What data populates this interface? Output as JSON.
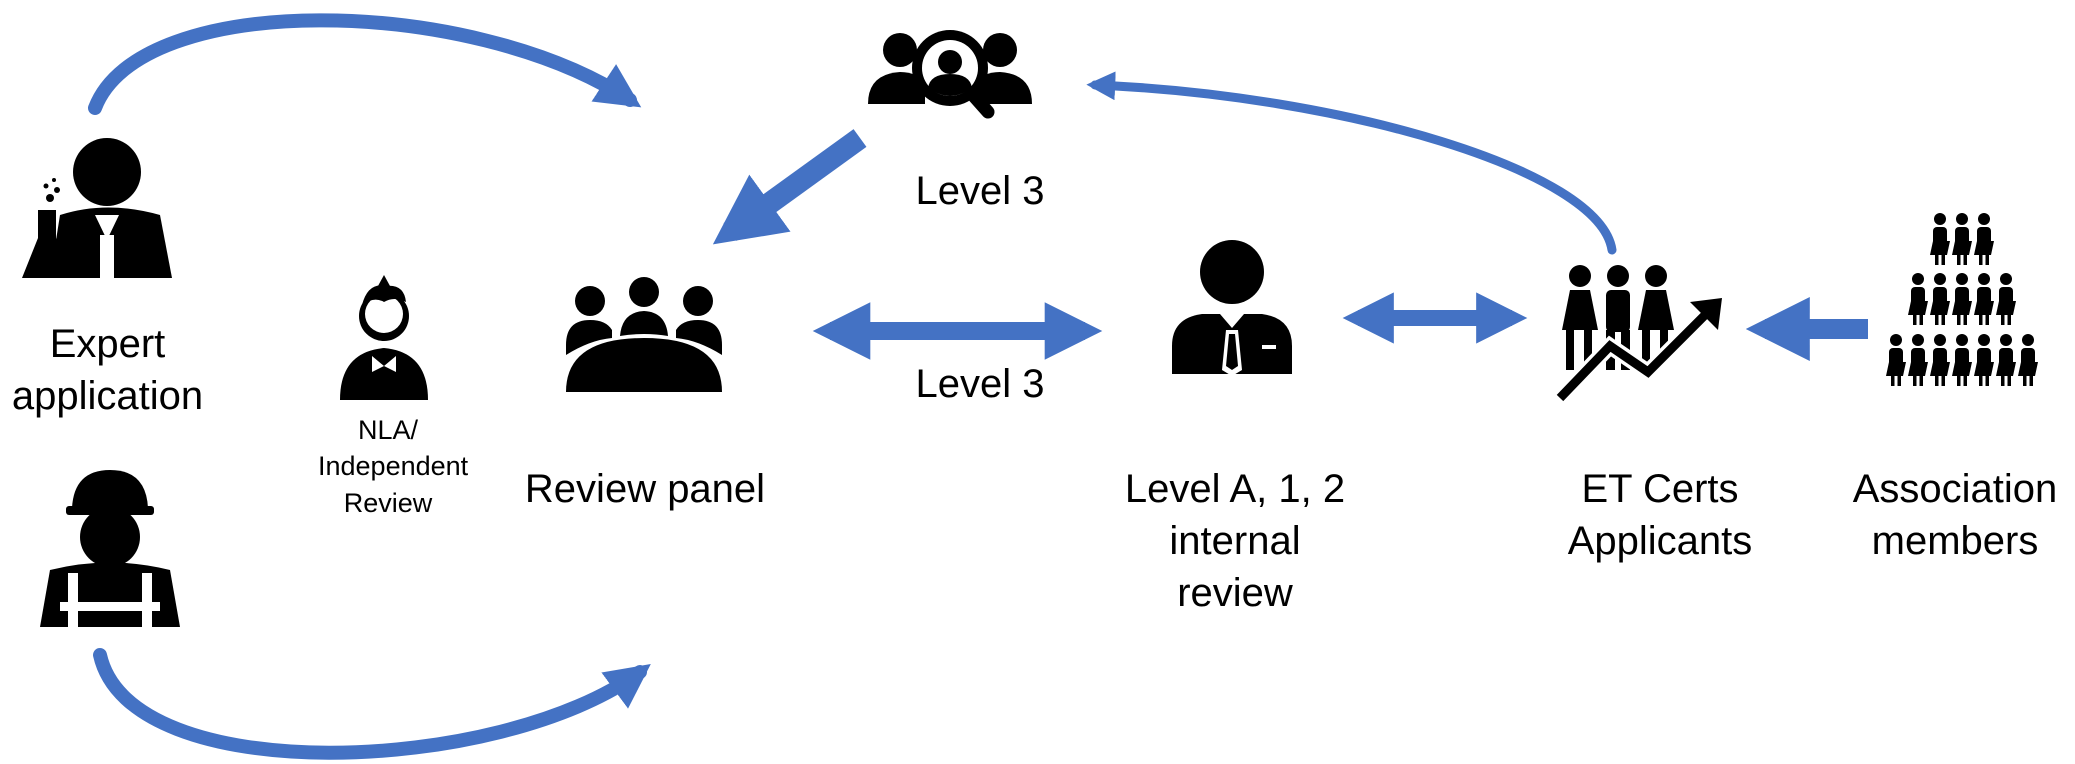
{
  "colors": {
    "arrow": "#4472C4",
    "arrow_edge": "#2F5597",
    "icon": "#000000",
    "background": "#FFFFFF"
  },
  "labels": {
    "expert_application": [
      "Expert",
      "application"
    ],
    "nla_review": [
      "NLA/",
      "Independent",
      "Review"
    ],
    "review_panel": "Review panel",
    "level3_top": "Level 3",
    "level3_middle": "Level 3",
    "internal_review": [
      "Level A, 1, 2",
      "internal",
      "review"
    ],
    "et_certs": [
      "ET Certs",
      "Applicants"
    ],
    "association": [
      "Association",
      "members"
    ]
  },
  "icons": [
    "scientist-icon",
    "construction-worker-icon",
    "student-icon",
    "meeting-table-icon",
    "search-group-icon",
    "businessman-icon",
    "growth-group-icon",
    "crowd-pyramid-icon"
  ],
  "connections": [
    {
      "from": "Expert application",
      "to": "Review panel",
      "style": "curved"
    },
    {
      "from": "construction-worker-icon",
      "to": "Review panel",
      "style": "curved"
    },
    {
      "from": "ET Certs Applicants",
      "to": "search-group-icon",
      "style": "curved"
    },
    {
      "from": "search-group-icon",
      "to": "Review panel",
      "style": "straight"
    },
    {
      "from": "Review panel",
      "to": "Level A, 1, 2 internal review",
      "style": "double-headed"
    },
    {
      "from": "Level A, 1, 2 internal review",
      "to": "ET Certs Applicants",
      "style": "double-headed"
    },
    {
      "from": "Association members",
      "to": "ET Certs Applicants",
      "style": "straight"
    }
  ]
}
